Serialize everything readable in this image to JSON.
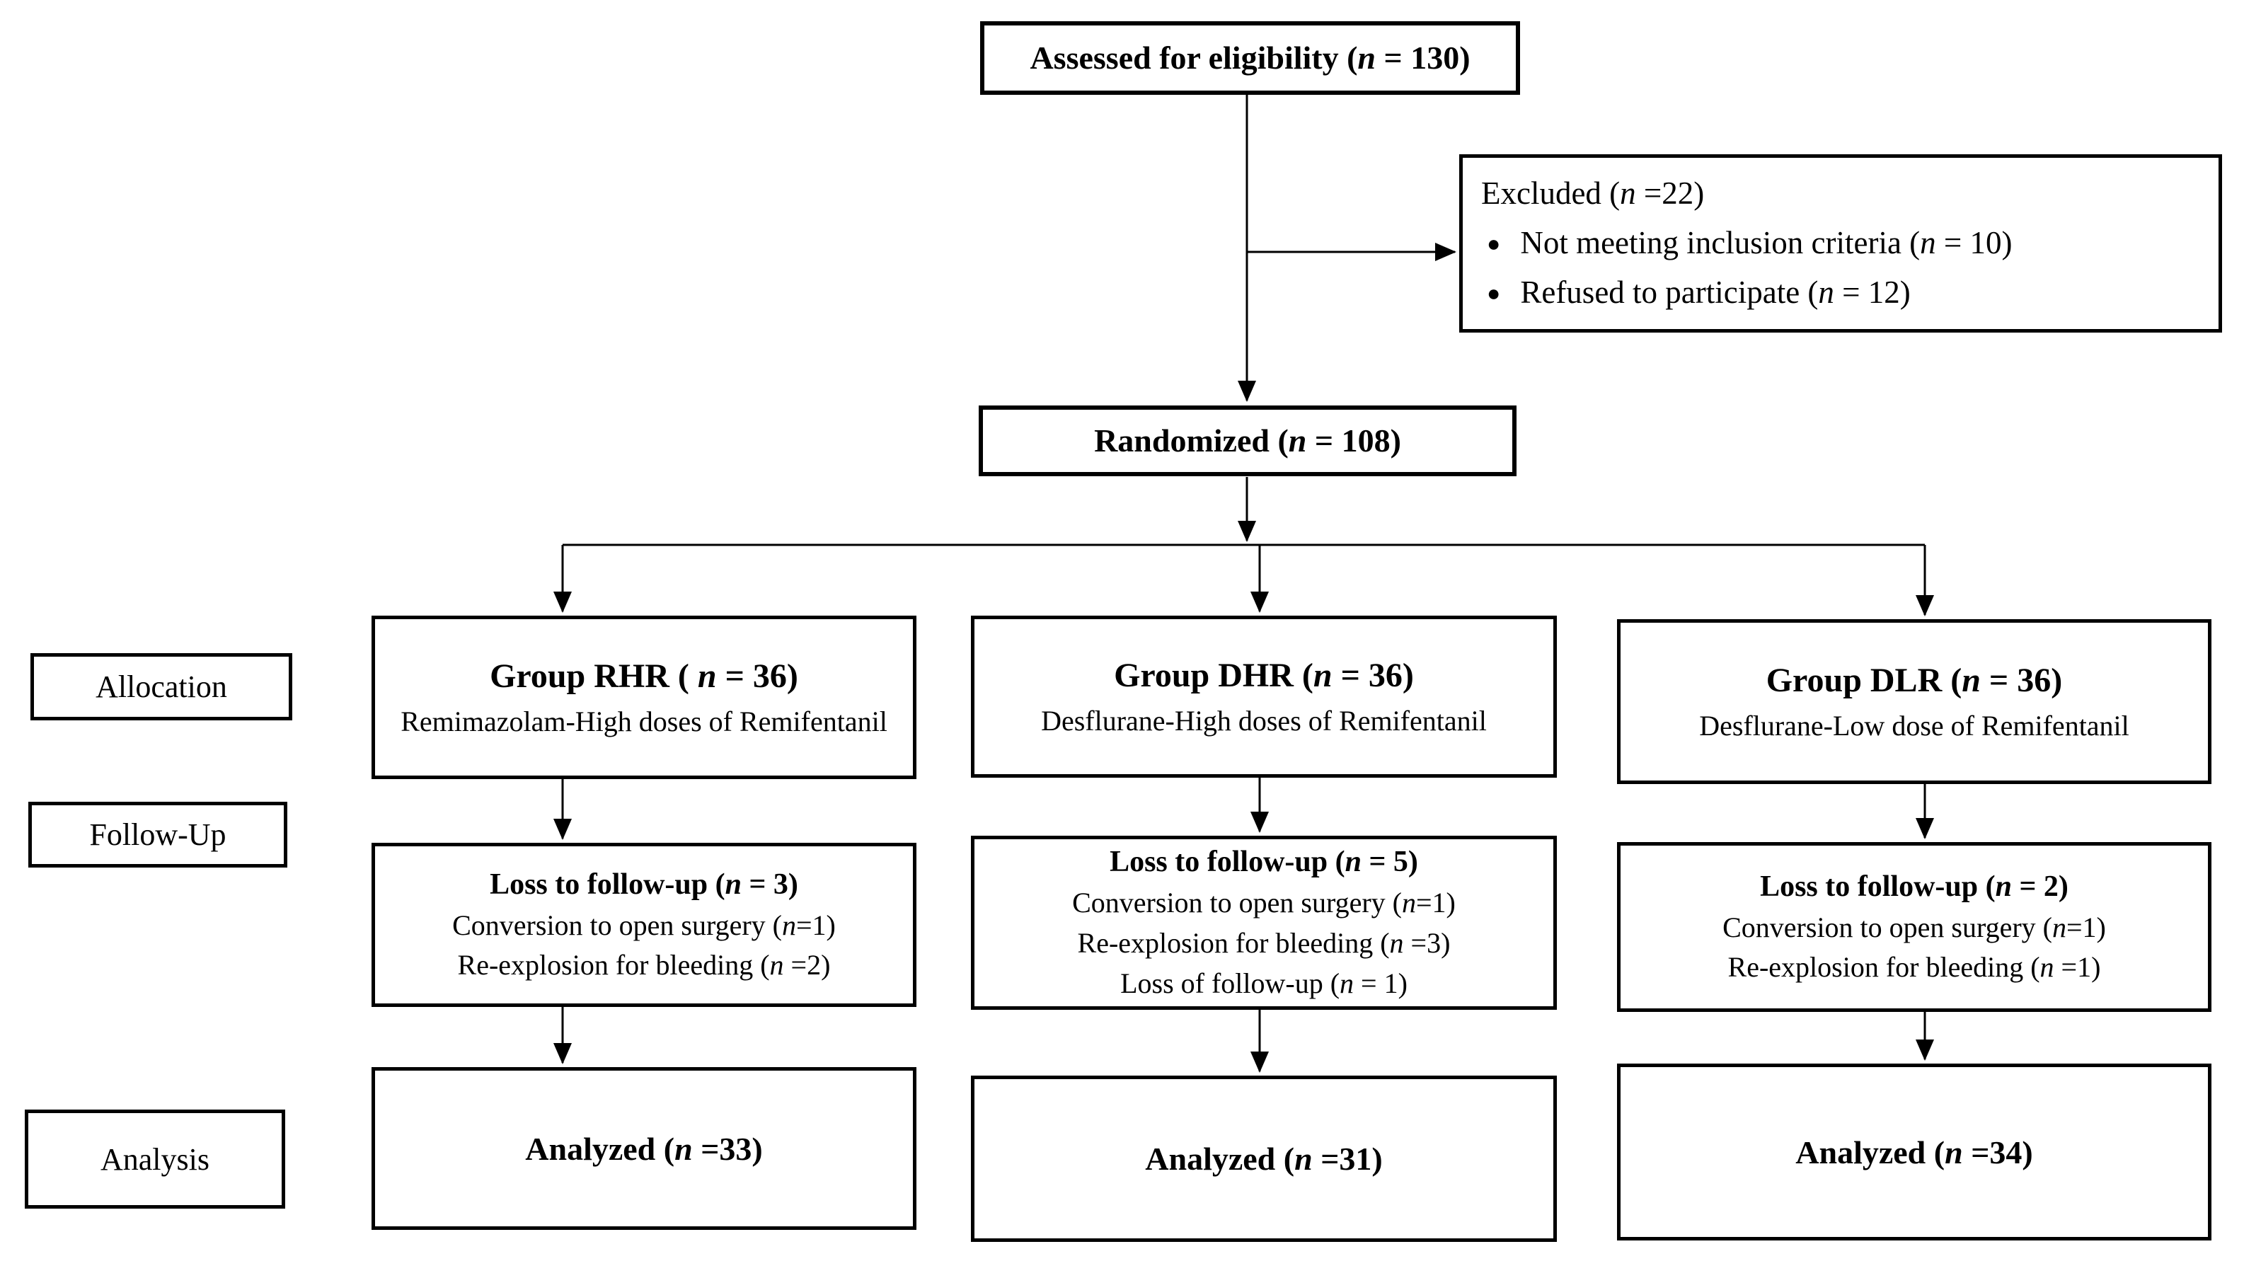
{
  "diagram": {
    "assessed": "Assessed for eligibility (n = 130)",
    "excluded": {
      "title": "Excluded (n =22)",
      "items": [
        "Not meeting inclusion criteria (n = 10)",
        "Refused to participate (n = 12)"
      ]
    },
    "randomized": "Randomized (n = 108)",
    "stages": [
      "Allocation",
      "Follow-Up",
      "Analysis"
    ],
    "groups": [
      {
        "title": "Group RHR ( n = 36)",
        "subtitle": "Remimazolam-High doses of Remifentanil",
        "followup_title": "Loss to follow-up (n = 3)",
        "followup_items": [
          "Conversion to open surgery (n=1)",
          "Re-explosion for bleeding (n =2)"
        ],
        "analyzed": "Analyzed (n =33)"
      },
      {
        "title": "Group DHR (n = 36)",
        "subtitle": "Desflurane-High doses of Remifentanil",
        "followup_title": "Loss to follow-up (n = 5)",
        "followup_items": [
          "Conversion to open surgery (n=1)",
          "Re-explosion  for bleeding (n =3)",
          "Loss of follow-up (n = 1)"
        ],
        "analyzed": "Analyzed (n =31)"
      },
      {
        "title": "Group DLR (n = 36)",
        "subtitle": "Desflurane-Low dose of Remifentanil",
        "followup_title": "Loss to follow-up (n = 2)",
        "followup_items": [
          "Conversion to open surgery (n=1)",
          "Re-explosion for bleeding (n =1)"
        ],
        "analyzed": "Analyzed (n =34)"
      }
    ],
    "colors": {
      "background": "#ffffff",
      "box_border": "#000000",
      "text": "#000000"
    }
  }
}
